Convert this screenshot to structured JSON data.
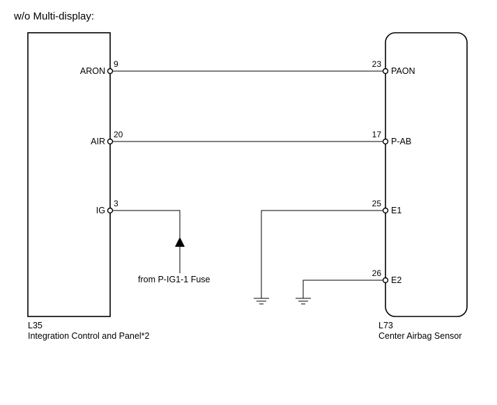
{
  "title": "w/o Multi-display:",
  "left_component": {
    "code": "L35",
    "name": "Integration Control and Panel*2",
    "pins": [
      {
        "signal": "ARON",
        "pin": "9"
      },
      {
        "signal": "AIR",
        "pin": "20"
      },
      {
        "signal": "IG",
        "pin": "3"
      }
    ]
  },
  "right_component": {
    "code": "L73",
    "name": "Center Airbag Sensor",
    "pins": [
      {
        "signal": "PAON",
        "pin": "23"
      },
      {
        "signal": "P-AB",
        "pin": "17"
      },
      {
        "signal": "E1",
        "pin": "25"
      },
      {
        "signal": "E2",
        "pin": "26"
      }
    ]
  },
  "power_source": "from P-IG1-1 Fuse"
}
